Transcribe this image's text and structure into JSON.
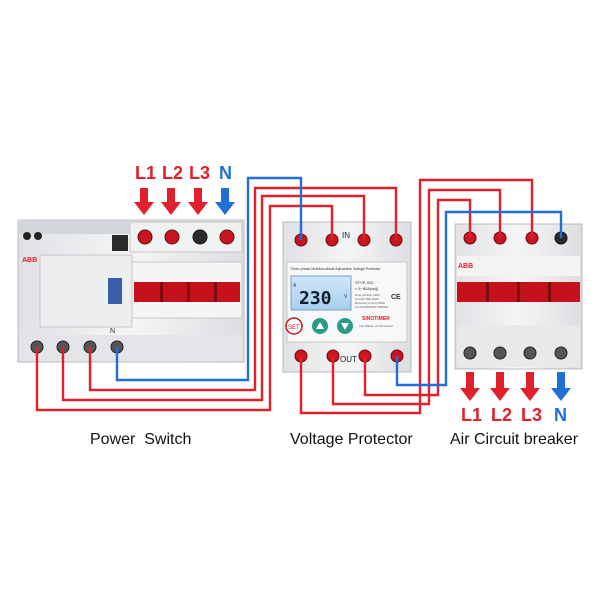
{
  "colors": {
    "phase": "#e0202a",
    "neutral": "#1f6fd6",
    "device": "#e9eaec",
    "black": "#1b1b1b"
  },
  "icons": {
    "arrow_in": "arrow-down-icon",
    "arrow_out": "arrow-down-icon"
  },
  "input_labels": {
    "l1": "L1",
    "l2": "L2",
    "l3": "L3",
    "n": "N"
  },
  "output_labels": {
    "l1": "L1",
    "l2": "L2",
    "l3": "L3",
    "n": "N"
  },
  "power_switch": {
    "caption": "Power  Switch",
    "brand": "ABB",
    "n_mark": "N"
  },
  "voltage_protector": {
    "caption": "Voltage Protector",
    "in_label": "IN",
    "out_label": "OUT",
    "title": "Three-phase Multifunctional Adjustable Voltage Protector",
    "reading": "230",
    "reading_unit": "V",
    "reading_side": "A",
    "model": "STVP-932",
    "rating": "≈ 5~80A(adj)",
    "spec_lines": [
      "Over AC231~300V",
      "Und AC150~210V",
      "Recovery time 2~900s",
      "Un AC230/400V 50/60Hz"
    ],
    "ce": "CE",
    "brand": "SINOTIMER",
    "tagline": "The Master of Volt Guard",
    "set_label": "SET"
  },
  "air_breaker": {
    "caption": "Air Circuit breaker",
    "brand": "ABB"
  }
}
